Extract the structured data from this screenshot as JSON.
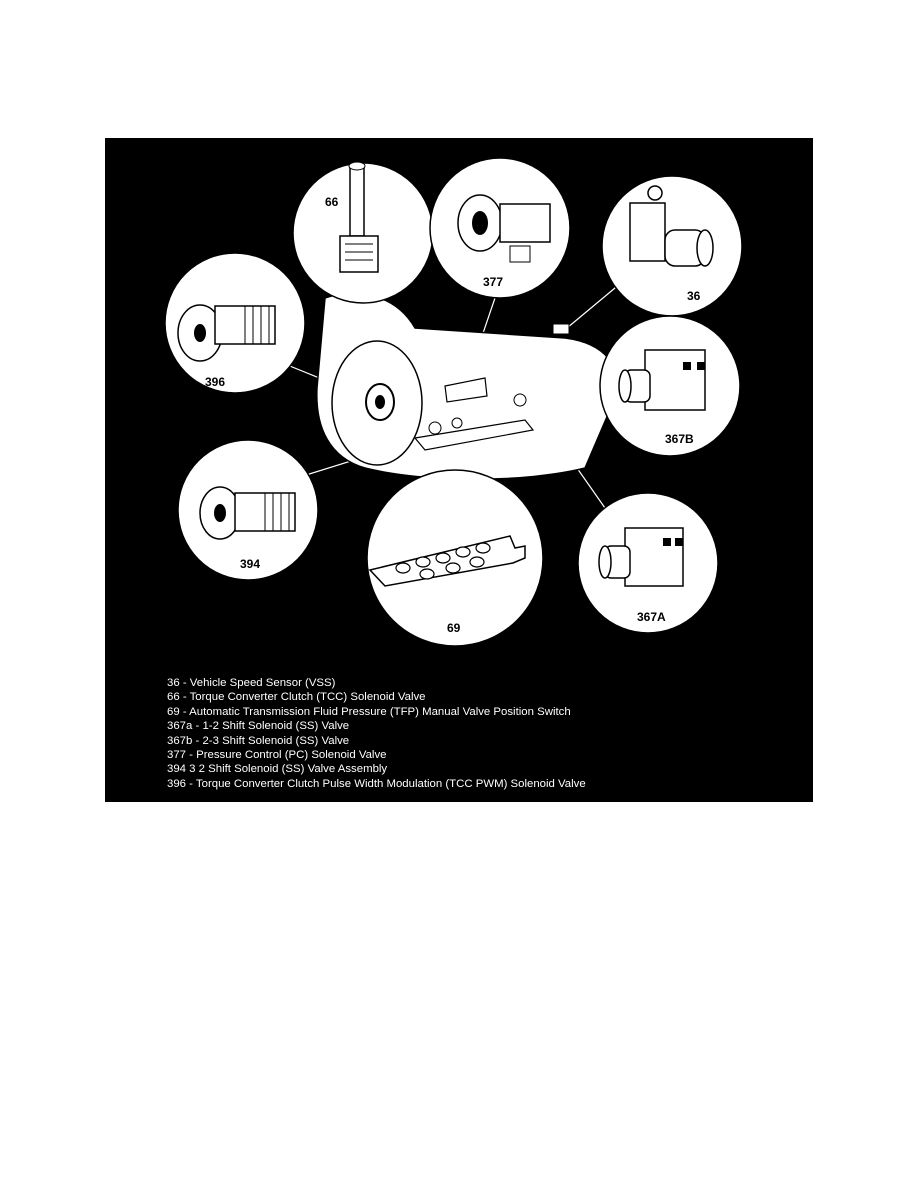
{
  "colors": {
    "background": "#000000",
    "figure_line": "#ffffff",
    "callout_fill": "#ffffff",
    "callout_ink": "#000000",
    "legend_text": "#ffffff"
  },
  "callouts": [
    {
      "id": "66",
      "label": "66"
    },
    {
      "id": "377",
      "label": "377"
    },
    {
      "id": "36",
      "label": "36"
    },
    {
      "id": "396",
      "label": "396"
    },
    {
      "id": "367B",
      "label": "367B"
    },
    {
      "id": "394",
      "label": "394"
    },
    {
      "id": "69",
      "label": "69"
    },
    {
      "id": "367A",
      "label": "367A"
    }
  ],
  "legend": [
    "36 - Vehicle Speed Sensor (VSS)",
    "66 - Torque Converter Clutch (TCC) Solenoid Valve",
    "69 - Automatic Transmission Fluid Pressure (TFP) Manual Valve Position Switch",
    "367a - 1-2 Shift Solenoid (SS) Valve",
    "367b - 2-3 Shift Solenoid (SS) Valve",
    "377 - Pressure Control (PC) Solenoid Valve",
    "394   3 2 Shift Solenoid (SS) Valve Assembly",
    "396 - Torque Converter Clutch Pulse Width Modulation (TCC PWM) Solenoid Valve"
  ]
}
